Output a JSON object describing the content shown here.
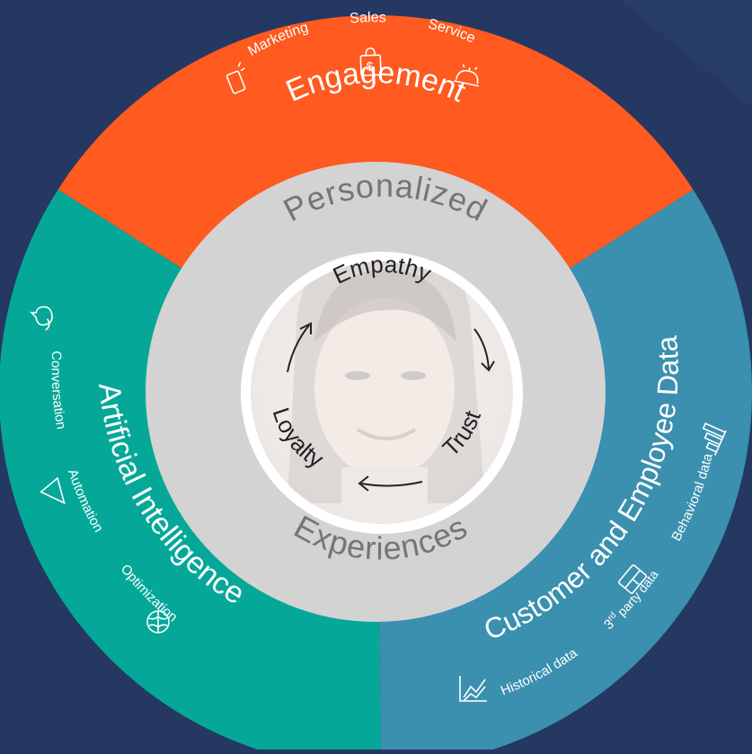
{
  "colors": {
    "background": "#243862",
    "engagement": "#ff5a1f",
    "ai": "#05a898",
    "data": "#3a90ae",
    "inner_ring": "#d3d3d3",
    "inner_text": "#757575"
  },
  "segments": {
    "engagement": {
      "title": "Engagement",
      "items": [
        {
          "label": "Marketing",
          "icon": "phone-megaphone-icon"
        },
        {
          "label": "Sales",
          "icon": "shopping-bag-dollar-icon"
        },
        {
          "label": "Service",
          "icon": "service-bell-icon"
        }
      ]
    },
    "ai": {
      "title": "Artificial Intelligence",
      "items": [
        {
          "label": "Conversation",
          "icon": "chat-bubbles-icon"
        },
        {
          "label": "Automation",
          "icon": "triangle-play-icon"
        },
        {
          "label": "Optimization",
          "icon": "brain-icon"
        }
      ]
    },
    "data": {
      "title": "Customer and Employee Data",
      "items": [
        {
          "label": "Behavioral data",
          "icon": "bar-chart-icon"
        },
        {
          "label": "3",
          "sup": "rd",
          "suffix": " party data",
          "icon": "tablet-icon"
        },
        {
          "label": "Historical data",
          "icon": "line-chart-icon"
        }
      ]
    }
  },
  "inner": {
    "top": "Personalized",
    "bottom": "Experiences"
  },
  "center": {
    "cycle": [
      "Empathy",
      "Trust",
      "Loyalty"
    ]
  }
}
